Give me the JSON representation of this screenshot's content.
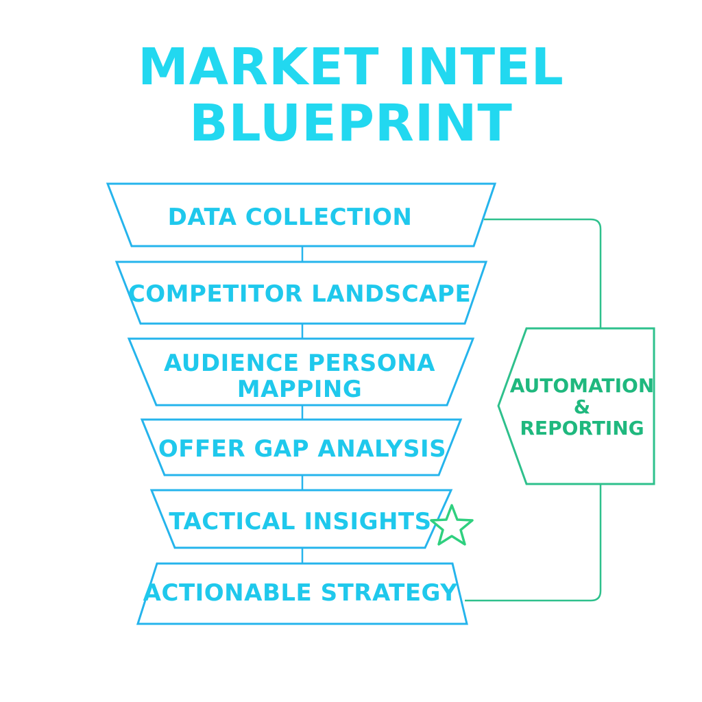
{
  "title": {
    "line1": "MARKET INTEL",
    "line2": "BLUEPRINT"
  },
  "stages": [
    {
      "id": "data-collection",
      "lines": [
        "DATA COLLECTION"
      ]
    },
    {
      "id": "competitor-landscape",
      "lines": [
        "COMPETITOR LANDSCAPE"
      ]
    },
    {
      "id": "audience-persona-mapping",
      "lines": [
        "AUDIENCE PERSONA",
        "MAPPING"
      ]
    },
    {
      "id": "offer-gap-analysis",
      "lines": [
        "OFFER GAP ANALYSIS"
      ]
    },
    {
      "id": "tactical-insights",
      "lines": [
        "TACTICAL INSIGHTS"
      ]
    },
    {
      "id": "actionable-strategy",
      "lines": [
        "ACTIONABLE STRATEGY"
      ]
    }
  ],
  "side_box": {
    "lines": [
      "AUTOMATION",
      "&",
      "REPORTING"
    ]
  },
  "icons": {
    "tactical_insights_marker": "star-icon"
  },
  "colors": {
    "title": "#22d8f0",
    "stage_stroke": "#25b4ec",
    "stage_text": "#1fc8ec",
    "loop": "#2ec08c",
    "side_text": "#1fb87e",
    "star": "#2fd07f"
  }
}
